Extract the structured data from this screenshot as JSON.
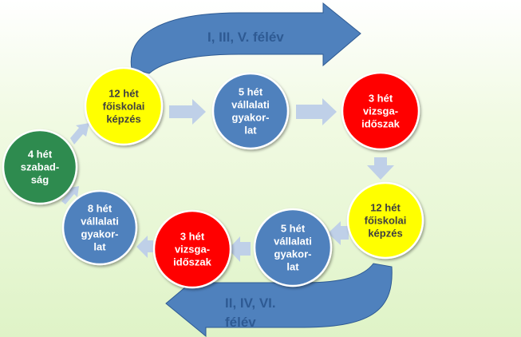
{
  "semester_labels": {
    "top": "I, III, V. félév",
    "bottom_line1": "II, IV, VI.",
    "bottom_line2": "félév"
  },
  "colors": {
    "green": "#2e8b4f",
    "yellow": "#ffff00",
    "blue": "#4f81bd",
    "red": "#ff0000",
    "big_arrow": "#4f81bd",
    "small_arrow": "#bfd0e8"
  },
  "nodes": [
    {
      "id": "szabadsag",
      "color": "green",
      "text_color": "#ffffff",
      "lines": [
        "4 hét",
        "szabad-",
        "ság"
      ]
    },
    {
      "id": "foiskolai-1",
      "color": "yellow",
      "text_color": "#404040",
      "lines": [
        "12 hét",
        "főiskolai",
        "képzés"
      ]
    },
    {
      "id": "vallalati-1",
      "color": "blue",
      "text_color": "#ffffff",
      "lines": [
        "5 hét",
        "vállalati",
        "gyakor-",
        "lat"
      ]
    },
    {
      "id": "vizsga-1",
      "color": "red",
      "text_color": "#ffffff",
      "lines": [
        "3 hét",
        "vizsga-",
        "időszak"
      ]
    },
    {
      "id": "foiskolai-2",
      "color": "yellow",
      "text_color": "#404040",
      "lines": [
        "12 hét",
        "főiskolai",
        "képzés"
      ]
    },
    {
      "id": "vallalati-2",
      "color": "blue",
      "text_color": "#ffffff",
      "lines": [
        "5 hét",
        "vállalati",
        "gyakor-",
        "lat"
      ]
    },
    {
      "id": "vizsga-2",
      "color": "red",
      "text_color": "#ffffff",
      "lines": [
        "3 hét",
        "vizsga-",
        "időszak"
      ]
    },
    {
      "id": "vallalati-3",
      "color": "blue",
      "text_color": "#ffffff",
      "lines": [
        "8 hét",
        "vállalati",
        "gyakor-",
        "lat"
      ]
    }
  ]
}
